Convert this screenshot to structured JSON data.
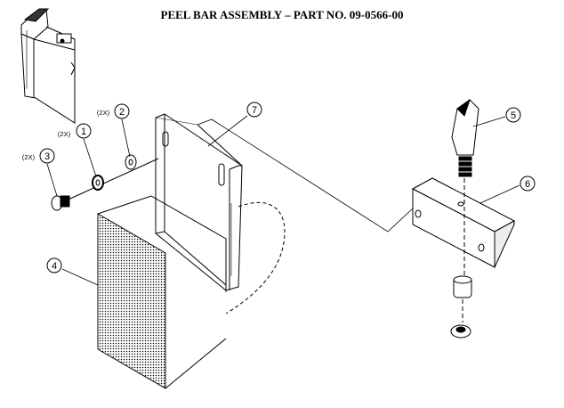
{
  "title": "PEEL BAR ASSEMBLY – PART NO. 09-0566-00",
  "callouts": [
    {
      "number": "1",
      "qty": "(2X)"
    },
    {
      "number": "2",
      "qty": "(2X)"
    },
    {
      "number": "3",
      "qty": "(2X)"
    },
    {
      "number": "4",
      "qty": ""
    },
    {
      "number": "5",
      "qty": ""
    },
    {
      "number": "6",
      "qty": ""
    },
    {
      "number": "7",
      "qty": ""
    }
  ]
}
